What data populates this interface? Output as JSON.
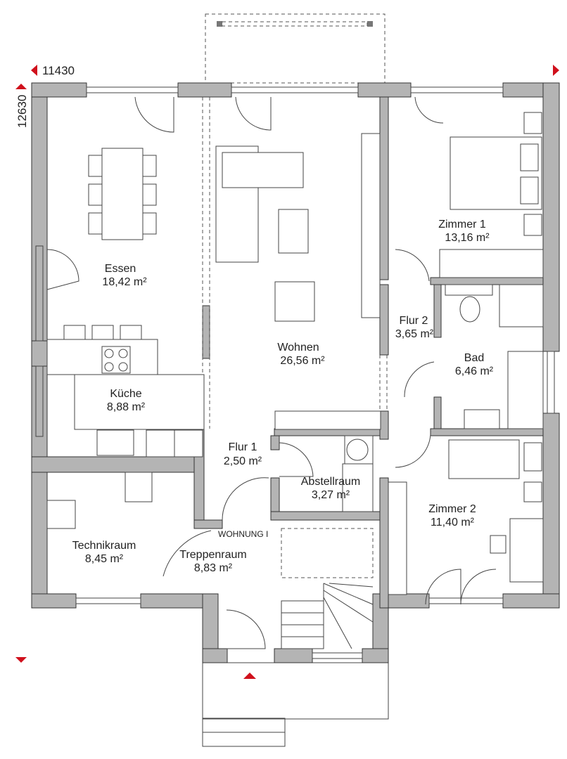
{
  "dimensions": {
    "width_mm": "11430",
    "depth_mm": "12630"
  },
  "colors": {
    "wall": "#b4b4b4",
    "marker": "#d0101c"
  },
  "rooms": [
    {
      "name": "Essen",
      "area": "18,42 m²"
    },
    {
      "name": "Küche",
      "area": "8,88 m²"
    },
    {
      "name": "Wohnen",
      "area": "26,56 m²"
    },
    {
      "name": "Zimmer 1",
      "area": "13,16 m²"
    },
    {
      "name": "Flur 2",
      "area": "3,65 m²"
    },
    {
      "name": "Bad",
      "area": "6,46 m²"
    },
    {
      "name": "Flur 1",
      "area": "2,50 m²"
    },
    {
      "name": "Abstellraum",
      "area": "3,27 m²"
    },
    {
      "name": "Zimmer 2",
      "area": "11,40 m²"
    },
    {
      "name": "Technikraum",
      "area": "8,45 m²"
    },
    {
      "name": "Treppenraum",
      "area": "8,83 m²"
    }
  ],
  "labels": {
    "unit": "WOHNUNG I"
  }
}
